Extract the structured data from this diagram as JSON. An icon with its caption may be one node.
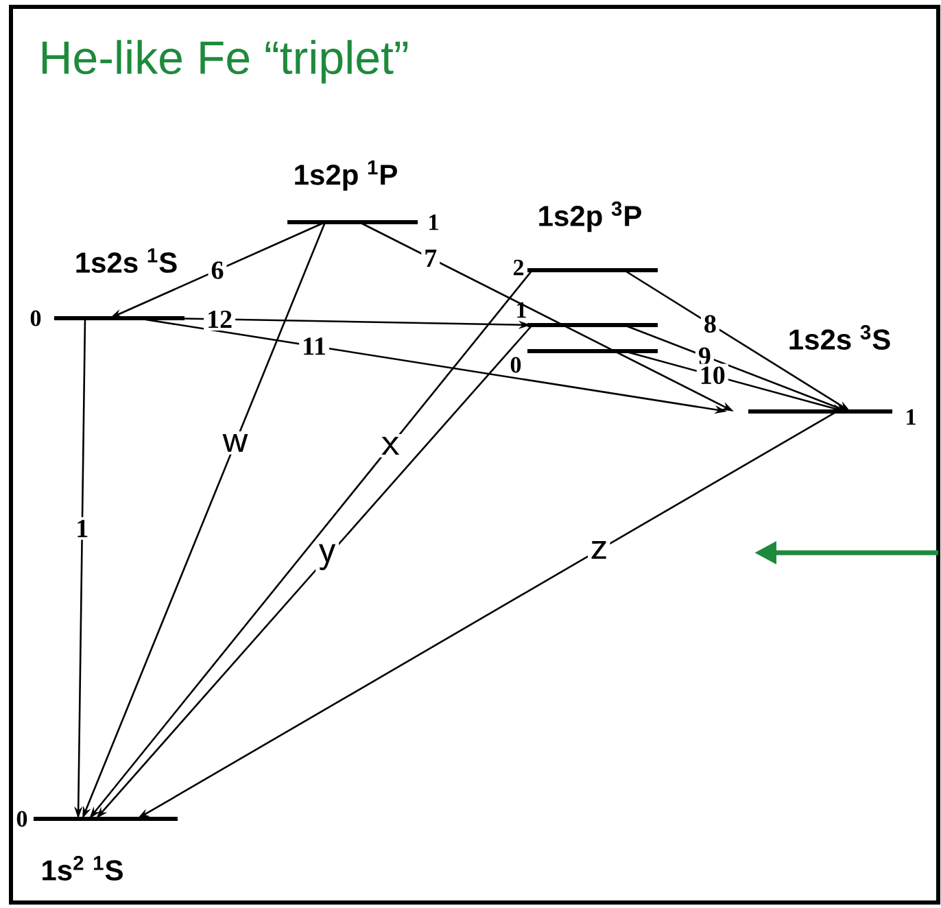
{
  "diagram": {
    "title": "He-like Fe “triplet”",
    "nodes": [
      {
        "text": [
          "1s2s $^{1}$S"
        ],
        "beside": [
          "0"
        ]
      },
      {
        "text": [
          "1s2p $^{1}$P"
        ],
        "beside": [
          "1"
        ]
      },
      {
        "text": [
          "1s2p $^{3}$P"
        ],
        "beside": [
          "2"
        ]
      },
      {
        "text": [],
        "shape": "bar",
        "beside": [
          "1"
        ]
      },
      {
        "text": [],
        "shape": "bar",
        "beside": [
          "0"
        ]
      },
      {
        "text": [
          "1s2s $^{3}$S"
        ],
        "beside": [
          "1"
        ]
      },
      {
        "text": [
          "1s$^{2}$ $^{1}$S"
        ],
        "beside": [
          "0"
        ]
      }
    ],
    "edges": [
      {
        "from": 0,
        "to": 6,
        "arrow": "to",
        "label": "1"
      },
      {
        "from": 1,
        "to": 6,
        "arrow": "to",
        "label": "w"
      },
      {
        "from": 2,
        "to": 6,
        "arrow": "to",
        "label": "x"
      },
      {
        "from": 3,
        "to": 6,
        "arrow": "to",
        "label": "y"
      },
      {
        "from": 5,
        "to": 6,
        "arrow": "to",
        "label": "z"
      },
      {
        "from": 1,
        "to": 0,
        "arrow": "to",
        "label": "6"
      },
      {
        "from": 1,
        "to": 5,
        "arrow": "to",
        "label": "7"
      },
      {
        "from": 2,
        "to": 5,
        "arrow": "to",
        "label": "8"
      },
      {
        "from": 3,
        "to": 5,
        "arrow": "to",
        "label": "9"
      },
      {
        "from": 4,
        "to": 5,
        "arrow": "to",
        "label": "10"
      },
      {
        "from": 0,
        "to": 5,
        "arrow": "to",
        "label": "11"
      },
      {
        "from": 0,
        "to": 3,
        "arrow": "to",
        "label": "12"
      }
    ]
  }
}
